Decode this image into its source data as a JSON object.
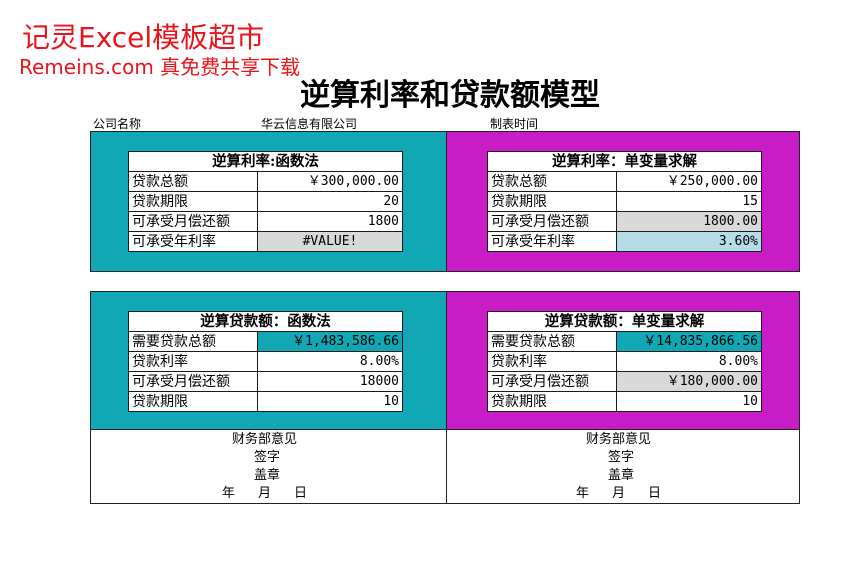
{
  "watermark": {
    "line1": "记灵Excel模板超市",
    "line2": "Remeins.com 真免费共享下载"
  },
  "title": "逆算利率和贷款额模型",
  "meta": {
    "company_label": "公司名称",
    "company_value": "华云信息有限公司",
    "date_label": "制表时间"
  },
  "rate_function": {
    "heading": "逆算利率:函数法",
    "rows": [
      {
        "label": "贷款总额",
        "value": "￥300,000.00"
      },
      {
        "label": "贷款期限",
        "value": "20"
      },
      {
        "label": "可承受月偿还额",
        "value": "1800"
      },
      {
        "label": "可承受年利率",
        "value": "#VALUE!"
      }
    ]
  },
  "rate_solver": {
    "heading": "逆算利率：单变量求解",
    "rows": [
      {
        "label": "贷款总额",
        "value": "￥250,000.00"
      },
      {
        "label": "贷款期限",
        "value": "15"
      },
      {
        "label": "可承受月偿还额",
        "value": "1800.00"
      },
      {
        "label": "可承受年利率",
        "value": "3.60%"
      }
    ]
  },
  "loan_function": {
    "heading": "逆算贷款额：函数法",
    "rows": [
      {
        "label": "需要贷款总额",
        "value": "￥1,483,586.66"
      },
      {
        "label": "贷款利率",
        "value": "8.00%"
      },
      {
        "label": "可承受月偿还额",
        "value": "18000"
      },
      {
        "label": "贷款期限",
        "value": "10"
      }
    ]
  },
  "loan_solver": {
    "heading": "逆算贷款额：单变量求解",
    "rows": [
      {
        "label": "需要贷款总额",
        "value": "￥14,835,866.56"
      },
      {
        "label": "贷款利率",
        "value": "8.00%"
      },
      {
        "label": "可承受月偿还额",
        "value": "￥180,000.00"
      },
      {
        "label": "贷款期限",
        "value": "10"
      }
    ]
  },
  "signature": {
    "opinion": "财务部意见",
    "sign": "签字",
    "seal": "盖章",
    "year": "年",
    "month": "月",
    "day": "日"
  },
  "colors": {
    "teal": "#12a7b4",
    "magenta": "#c81cc6",
    "watermark_red": "#e8141b"
  }
}
